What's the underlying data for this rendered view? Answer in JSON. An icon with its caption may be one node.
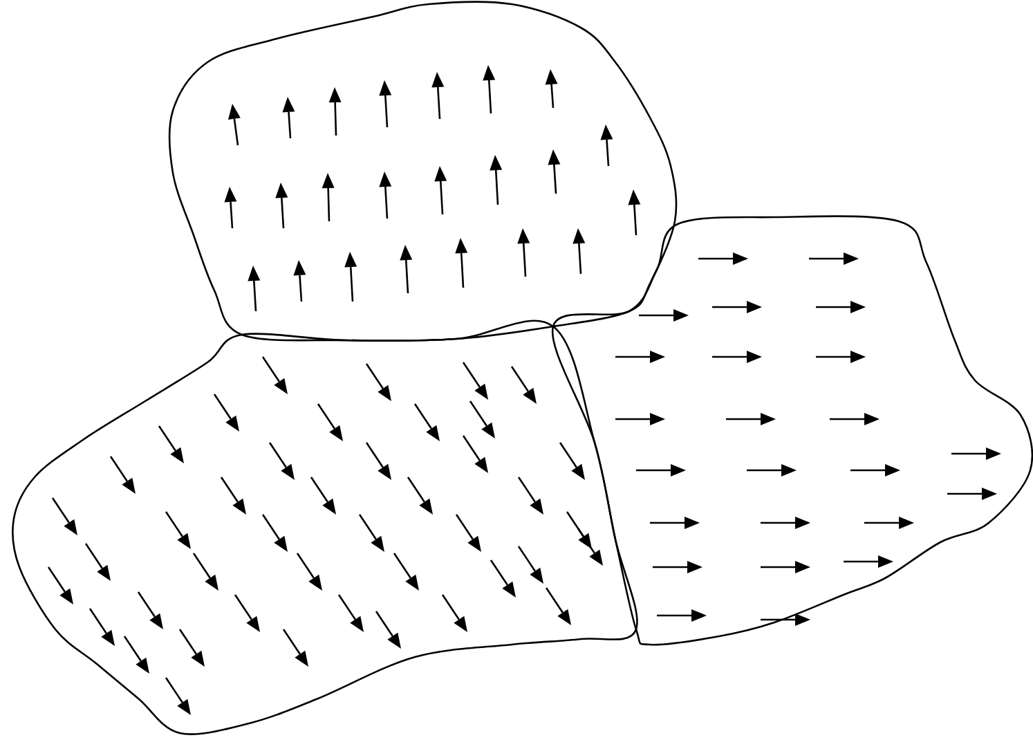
{
  "diagram": {
    "nodes": [
      {
        "text": [],
        "shape": "blob"
      },
      {
        "text": [],
        "shape": "blob"
      },
      {
        "text": [],
        "shape": "blob"
      }
    ]
  }
}
